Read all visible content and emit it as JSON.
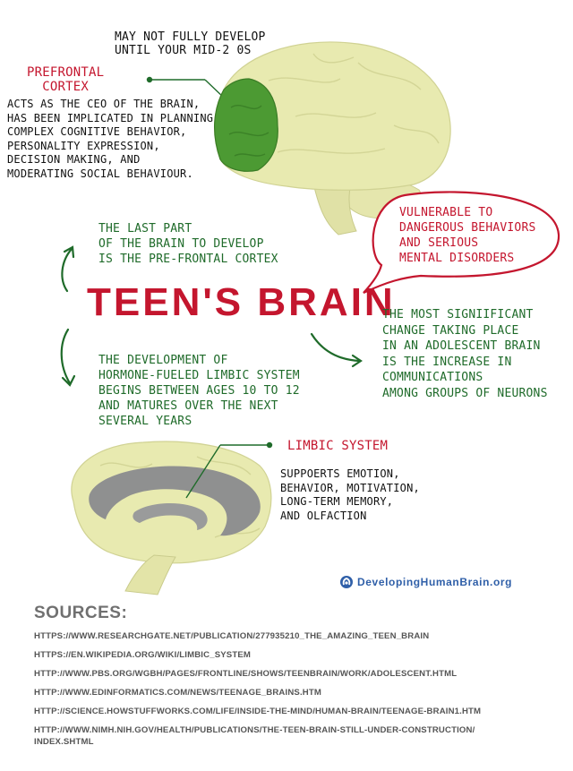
{
  "title": "TEEN'S BRAIN",
  "prefrontal": {
    "note": "MAY NOT FULLY DEVELOP\nUNTIL YOUR MID-2 0S",
    "title": "PREFRONTAL\nCORTEX",
    "description": "ACTS AS THE CEO OF THE BRAIN,\nHAS BEEN IMPLICATED IN PLANNING\nCOMPLEX COGNITIVE BEHAVIOR,\nPERSONALITY EXPRESSION,\nDECISION MAKING, AND\nMODERATING SOCIAL BEHAVIOUR."
  },
  "callouts": {
    "last_part": "THE LAST PART\nOF THE BRAIN TO DEVELOP\nIS THE PRE-FRONTAL CORTEX",
    "vulnerable": "VULNERABLE TO\nDANGEROUS BEHAVIORS\nAND SERIOUS\nMENTAL DISORDERS",
    "change": "THE MOST SIGNIIFICANT\nCHANGE  TAKING PLACE\nIN AN ADOLESCENT BRAIN\nIS THE INCREASE IN\nCOMMUNICATIONS\nAMONG GROUPS OF NEURONS",
    "limbic_development": "THE DEVELOPMENT OF\nHORMONE-FUELED LIMBIC SYSTEM\nBEGINS BETWEEN AGES 10 TO 12\nAND MATURES OVER THE NEXT\nSEVERAL YEARS"
  },
  "limbic": {
    "title": "LIMBIC SYSTEM",
    "description": "SUPPOERTS EMOTION,\nBEHAVIOR, MOTIVATION,\nLONG-TERM MEMORY,\nAND OLFACTION"
  },
  "logo": {
    "text": "DevelopingHumanBrain.org",
    "icon": "brain-logo-icon"
  },
  "sources": {
    "heading": "SOURCES:",
    "items": [
      "HTTPS://WWW.RESEARCHGATE.NET/PUBLICATION/277935210_THE_AMAZING_TEEN_BRAIN",
      "HTTPS://EN.WIKIPEDIA.ORG/WIKI/LIMBIC_SYSTEM",
      "HTTP://WWW.PBS.ORG/WGBH/PAGES/FRONTLINE/SHOWS/TEENBRAIN/WORK/ADOLESCENT.HTML",
      "HTTP://WWW.EDINFORMATICS.COM/NEWS/TEENAGE_BRAINS.HTM",
      "HTTP://SCIENCE.HOWSTUFFWORKS.COM/LIFE/INSIDE-THE-MIND/HUMAN-BRAIN/TEENAGE-BRAIN1.HTM",
      "HTTP://WWW.NIMH.NIH.GOV/HEALTH/PUBLICATIONS/THE-TEEN-BRAIN-STILL-UNDER-CONSTRUCTION/\nINDEX.SHTML"
    ]
  },
  "colors": {
    "brain_fill": "#e8eab0",
    "prefrontal_fill": "#4c9a33",
    "limbic_fill": "#8f9090",
    "accent_red": "#c4162e",
    "accent_green": "#1f6b2a"
  }
}
